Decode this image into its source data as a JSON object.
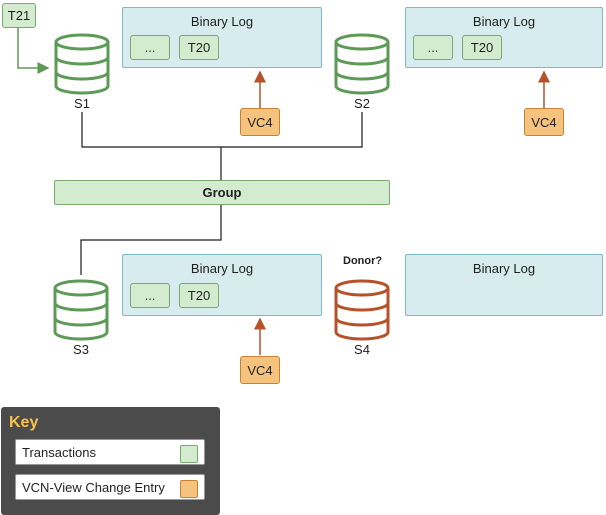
{
  "colors": {
    "transaction": "#d3ebcf",
    "vcn_change": "#f6c37f",
    "binlog": "#d6ecef",
    "server_ok": "#5e9a57",
    "server_donor": "#b5522a",
    "key_title": "#f6c24a"
  },
  "servers": [
    {
      "id": "s1",
      "label": "S1",
      "status": "member"
    },
    {
      "id": "s2",
      "label": "S2",
      "status": "member"
    },
    {
      "id": "s3",
      "label": "S3",
      "status": "member"
    },
    {
      "id": "s4",
      "label": "S4",
      "status": "joining",
      "note": "Donor?"
    }
  ],
  "binary_logs": [
    {
      "id": "binlog-1",
      "title": "Binary Log",
      "entries": [
        "...",
        "T20"
      ],
      "vc_entry": "VC4"
    },
    {
      "id": "binlog-2",
      "title": "Binary Log",
      "entries": [
        "...",
        "T20"
      ],
      "vc_entry": "VC4"
    },
    {
      "id": "binlog-3",
      "title": "Binary Log",
      "entries": [
        "...",
        "T20"
      ],
      "vc_entry": "VC4"
    },
    {
      "id": "binlog-4",
      "title": "Binary Log",
      "entries": [],
      "vc_entry": ""
    }
  ],
  "incoming_transaction": "T21",
  "group_label": "Group",
  "key": {
    "title": "Key",
    "items": [
      {
        "label": "Transactions",
        "type": "transaction"
      },
      {
        "label": "VCN-View Change Entry",
        "type": "vcn_change"
      }
    ]
  }
}
